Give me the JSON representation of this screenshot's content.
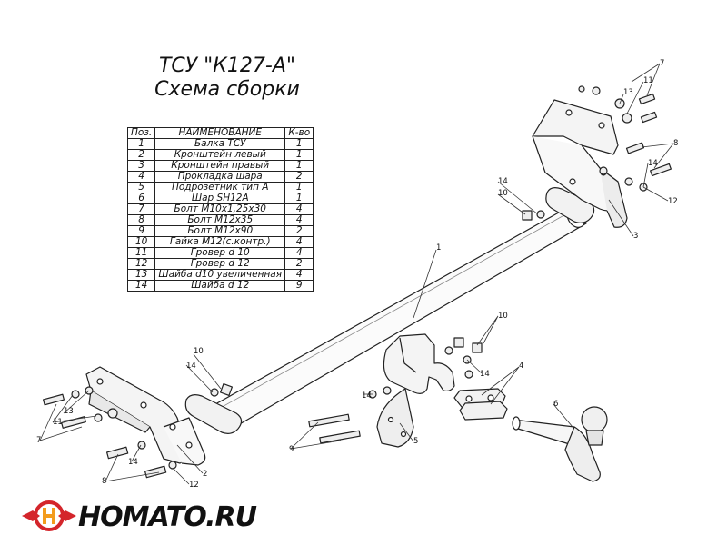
{
  "title": "ТСУ \"К127-А\"",
  "subtitle": "Схема сборки",
  "table": {
    "headers": [
      "Поз.",
      "НАИМЕНОВАНИЕ",
      "К-во"
    ],
    "rows": [
      [
        "1",
        "Балка ТСУ",
        "1"
      ],
      [
        "2",
        "Кронштейн левый",
        "1"
      ],
      [
        "3",
        "Кронштейн правый",
        "1"
      ],
      [
        "4",
        "Прокладка шара",
        "2"
      ],
      [
        "5",
        "Подрозетник тип А",
        "1"
      ],
      [
        "6",
        "Шар SH12A",
        "1"
      ],
      [
        "7",
        "Болт М10х1,25х30",
        "4"
      ],
      [
        "8",
        "Болт М12х35",
        "4"
      ],
      [
        "9",
        "Болт М12х90",
        "2"
      ],
      [
        "10",
        "Гайка М12(с.контр.)",
        "4"
      ],
      [
        "11",
        "Гровер d 10",
        "4"
      ],
      [
        "12",
        "Гровер d 12",
        "2"
      ],
      [
        "13",
        "Шайба d10 увеличенная",
        "4"
      ],
      [
        "14",
        "Шайба d 12",
        "9"
      ]
    ]
  },
  "callouts": [
    "1",
    "2",
    "3",
    "4",
    "5",
    "6",
    "7",
    "7",
    "8",
    "8",
    "9",
    "10",
    "10",
    "10",
    "11",
    "11",
    "12",
    "12",
    "13",
    "13",
    "14",
    "14",
    "14",
    "14",
    "14",
    "14"
  ],
  "logo": {
    "text": "HOMATO.RU",
    "colors": {
      "red": "#d4252b",
      "orange": "#f39c1e",
      "dark": "#111111"
    }
  }
}
